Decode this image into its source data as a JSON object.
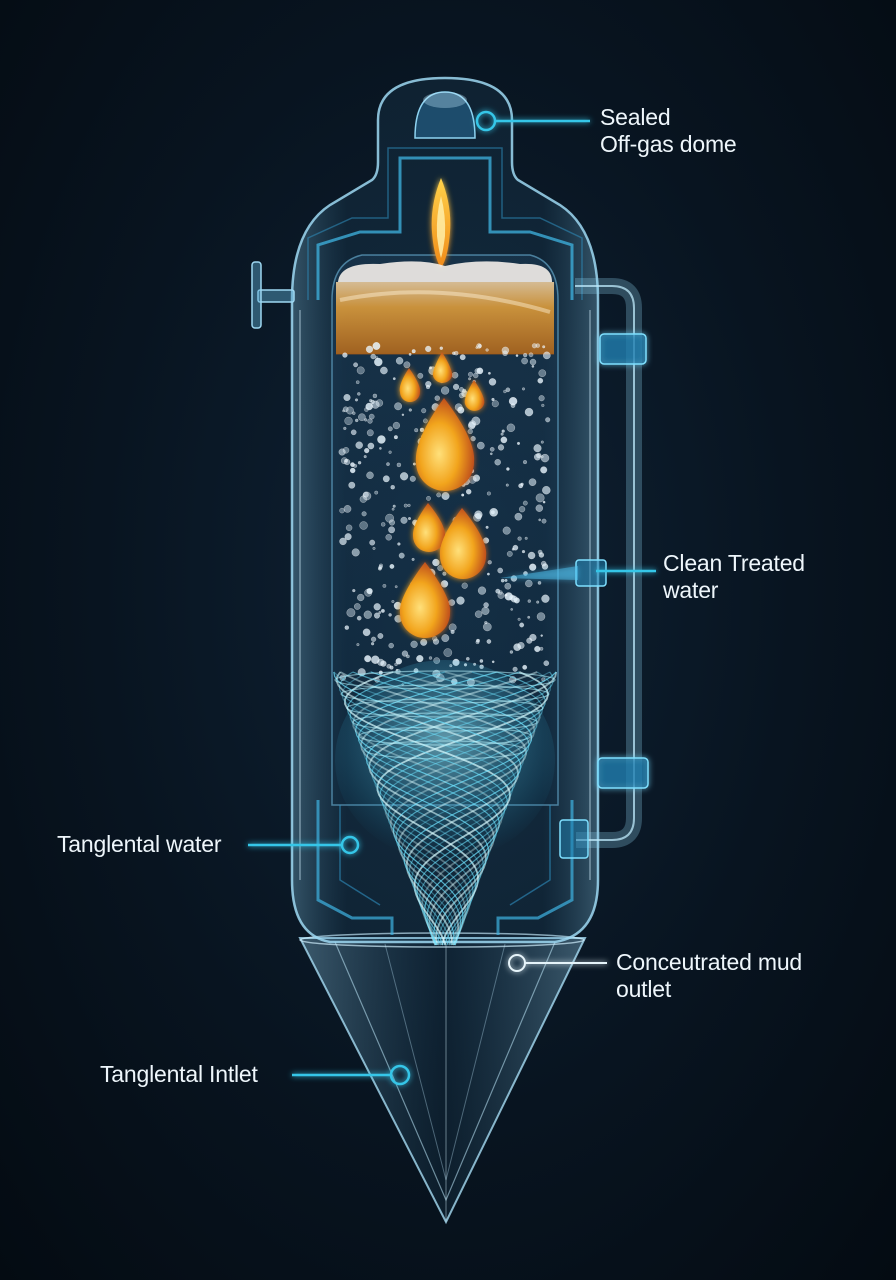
{
  "callouts": {
    "dome": {
      "line1": "Sealed",
      "line2": "Off-gas dome"
    },
    "clean_water": {
      "line1": "Clean Treated",
      "line2": "water"
    },
    "tangential_water": {
      "text": "Tanglental water"
    },
    "mud_outlet": {
      "line1": "Conceutrated mud",
      "line2": "outlet"
    },
    "tangential_inlet": {
      "text": "Tanglental Intlet"
    }
  },
  "colors": {
    "background": "#07111c",
    "vessel_glass": "#7fc8ec",
    "callout_line": "#35c6e8",
    "oil_droplet": "#f2a51e",
    "oil_layer": "#e8a23a",
    "vortex": "#6fe3ff"
  }
}
